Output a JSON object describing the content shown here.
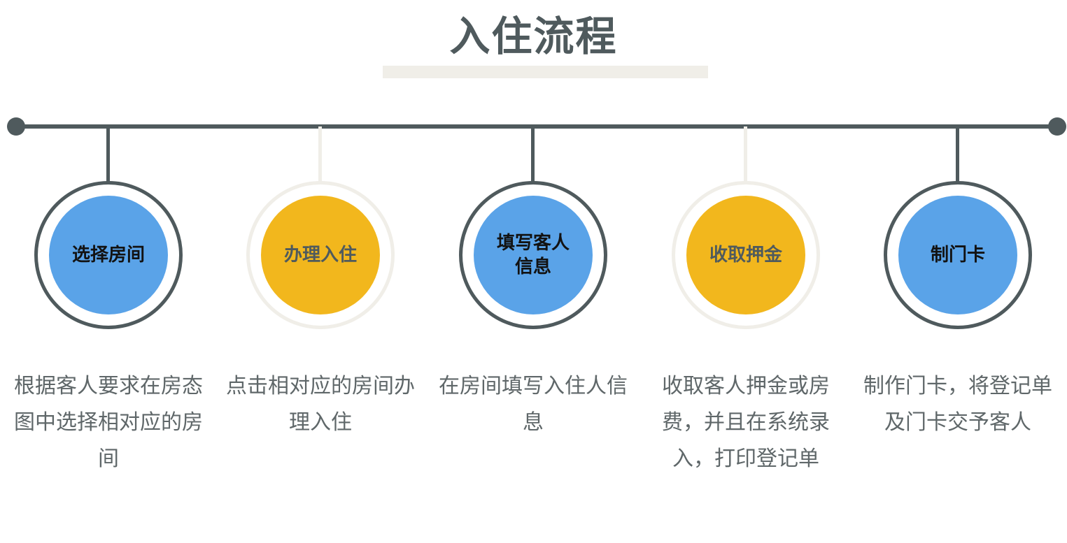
{
  "title": "入住流程",
  "colors": {
    "dark": "#4f5a5d",
    "light": "#f0eee8",
    "blue": "#5aa3e8",
    "yellow": "#f2b71d"
  },
  "steps": [
    {
      "label": "选择房间",
      "description": "根据客人要求在房态图中选择相对应的房间",
      "color": "blue"
    },
    {
      "label": "办理入住",
      "description": "点击相对应的房间办理入住",
      "color": "yellow"
    },
    {
      "label": "填写客人信息",
      "description": "在房间填写入住人信息",
      "color": "blue"
    },
    {
      "label": "收取押金",
      "description": "收取客人押金或房费，并且在系统录入，打印登记单",
      "color": "yellow"
    },
    {
      "label": "制门卡",
      "description": "制作门卡，将登记单及门卡交予客人",
      "color": "blue"
    }
  ]
}
